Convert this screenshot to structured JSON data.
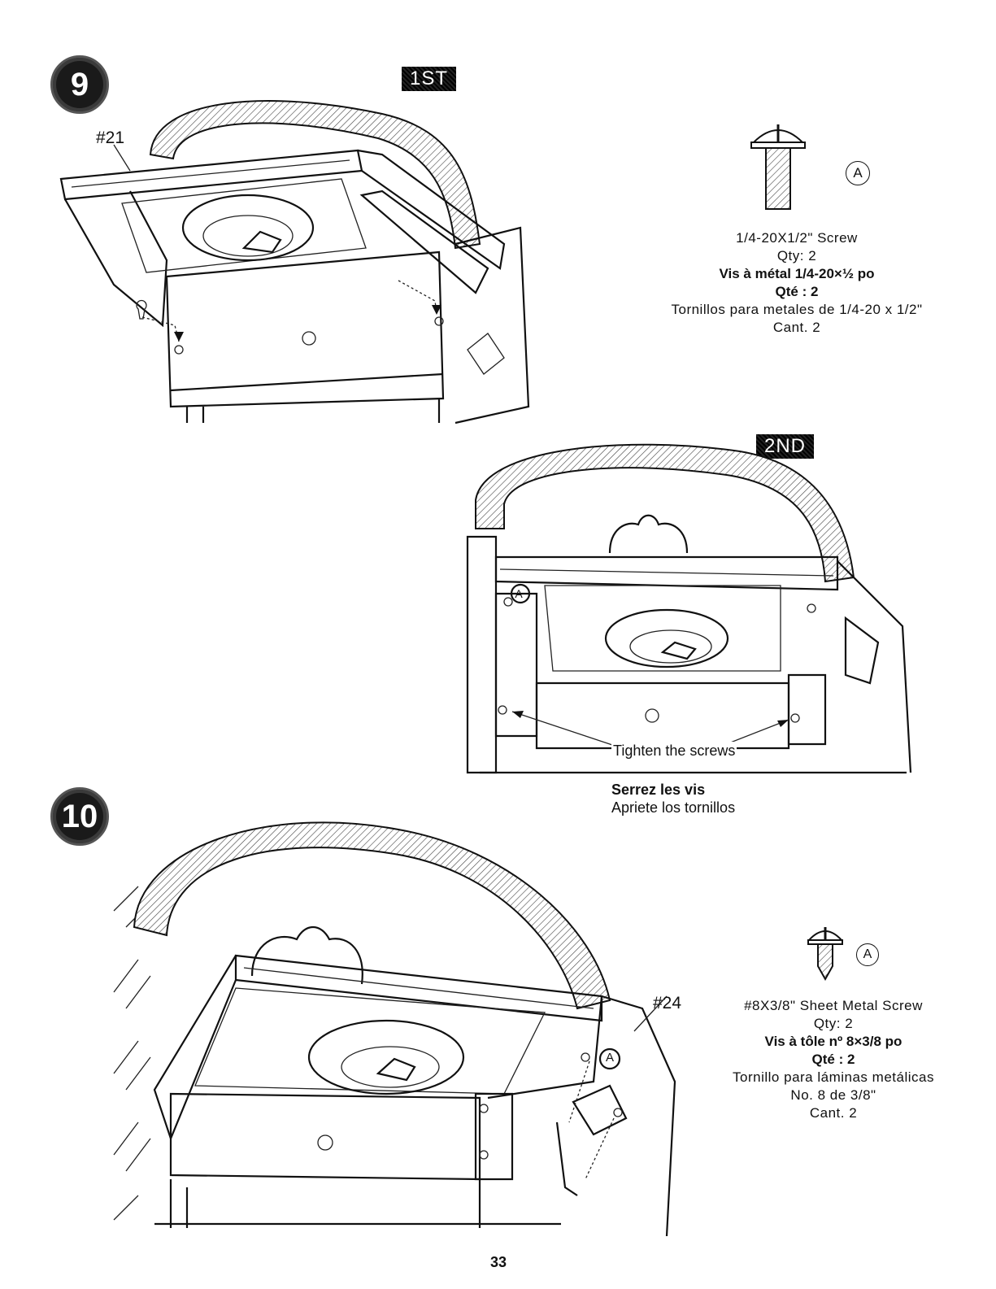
{
  "page_number": "33",
  "step9": {
    "number": "9",
    "order": "1ST",
    "part": "#21",
    "hardware": {
      "letter": "A",
      "name_en": "1/4-20X1/2\" Screw",
      "qty_en": "Qty: 2",
      "name_fr": "Vis à métal 1/4-20×½ po",
      "qty_fr": "Qté : 2",
      "name_es": "Tornillos para metales de 1/4-20 x 1/2\"",
      "qty_es": "Cant. 2"
    },
    "second": {
      "order": "2ND",
      "letter": "A",
      "callout_en": "Tighten the screws",
      "callout_fr": "Serrez les vis",
      "callout_es": "Apriete los tornillos"
    }
  },
  "step10": {
    "number": "10",
    "part": "#24",
    "letter": "A",
    "hardware": {
      "letter": "A",
      "name_en": "#8X3/8\" Sheet Metal Screw",
      "qty_en": "Qty: 2",
      "name_fr": "Vis à tôle nº 8×3/8 po",
      "qty_fr": "Qté : 2",
      "name_es_1": "Tornillo para láminas metálicas",
      "name_es_2": "No. 8 de 3/8\"",
      "qty_es": "Cant. 2"
    }
  }
}
